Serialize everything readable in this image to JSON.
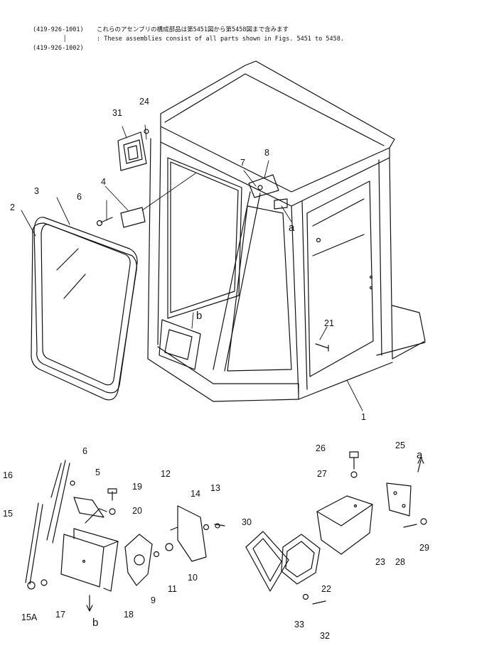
{
  "header": {
    "part_from": "(419-926-1001)",
    "part_sep": "│",
    "part_to": "(419-926-1002)",
    "note_jp": "これらのアセンブリの構成部品は第5451図から第5458図まで含みます",
    "note_en": ": These assemblies consist of all parts shown in Figs. 5451 to 5458."
  },
  "callouts": [
    {
      "id": "c1",
      "text": "1"
    },
    {
      "id": "c2",
      "text": "2"
    },
    {
      "id": "c3",
      "text": "3"
    },
    {
      "id": "c4",
      "text": "4"
    },
    {
      "id": "c5",
      "text": "5"
    },
    {
      "id": "c6a",
      "text": "6"
    },
    {
      "id": "c6b",
      "text": "6"
    },
    {
      "id": "c7",
      "text": "7"
    },
    {
      "id": "c8",
      "text": "8"
    },
    {
      "id": "c9",
      "text": "9"
    },
    {
      "id": "c10",
      "text": "10"
    },
    {
      "id": "c11",
      "text": "11"
    },
    {
      "id": "c12",
      "text": "12"
    },
    {
      "id": "c13",
      "text": "13"
    },
    {
      "id": "c14",
      "text": "14"
    },
    {
      "id": "c15",
      "text": "15"
    },
    {
      "id": "c15a",
      "text": "15A"
    },
    {
      "id": "c16",
      "text": "16"
    },
    {
      "id": "c17",
      "text": "17"
    },
    {
      "id": "c18",
      "text": "18"
    },
    {
      "id": "c19",
      "text": "19"
    },
    {
      "id": "c20",
      "text": "20"
    },
    {
      "id": "c21",
      "text": "21"
    },
    {
      "id": "c22",
      "text": "22"
    },
    {
      "id": "c23",
      "text": "23"
    },
    {
      "id": "c24",
      "text": "24"
    },
    {
      "id": "c25",
      "text": "25"
    },
    {
      "id": "c26",
      "text": "26"
    },
    {
      "id": "c27",
      "text": "27"
    },
    {
      "id": "c28",
      "text": "28"
    },
    {
      "id": "c29",
      "text": "29"
    },
    {
      "id": "c30",
      "text": "30"
    },
    {
      "id": "c31",
      "text": "31"
    },
    {
      "id": "c32",
      "text": "32"
    },
    {
      "id": "c33",
      "text": "33"
    }
  ],
  "refs": {
    "a1": "a",
    "a2": "a",
    "b1": "b",
    "b2": "b"
  },
  "colors": {
    "line": "#111111",
    "paper": "#ffffff"
  }
}
